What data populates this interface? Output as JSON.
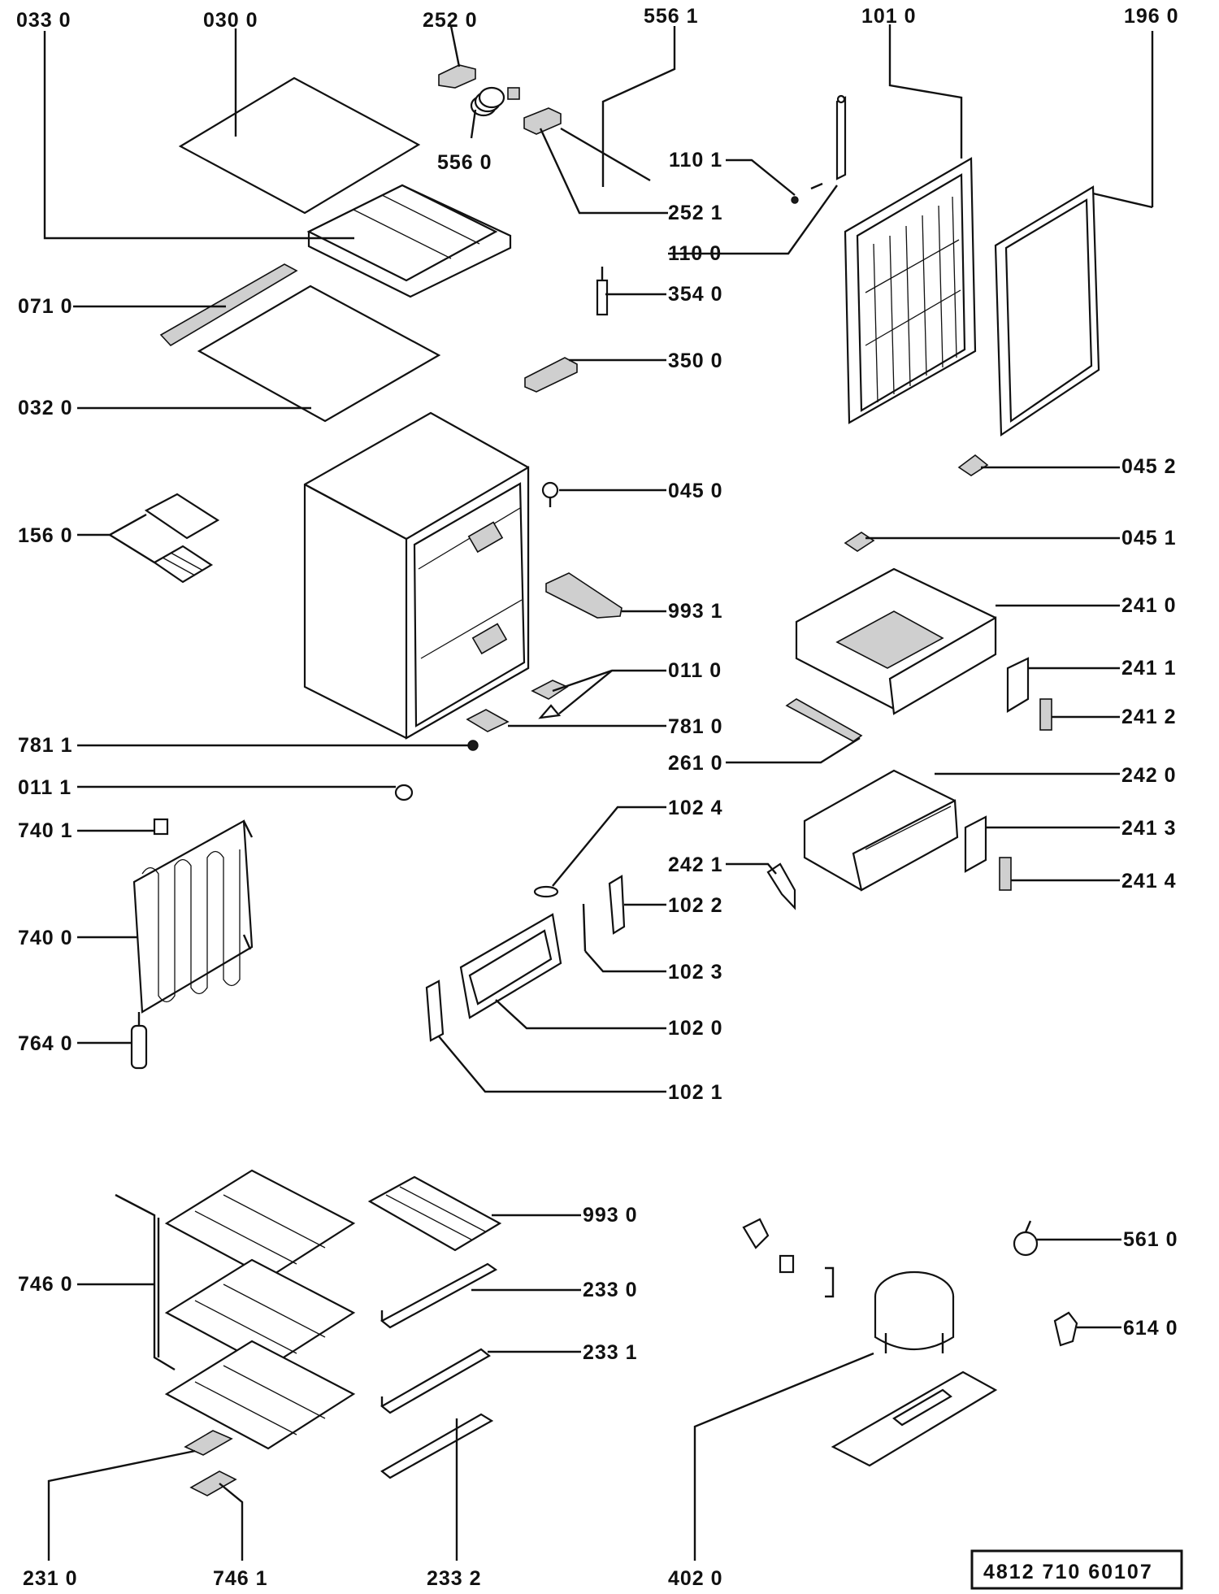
{
  "labels": {
    "p0330": "033 0",
    "p0300": "030 0",
    "p2520": "252 0",
    "p5561": "556 1",
    "p1010": "101 0",
    "p1960": "196 0",
    "p5560": "556 0",
    "p1101": "110 1",
    "p2521": "252 1",
    "p1100": "110 0",
    "p0710": "071 0",
    "p3540": "354 0",
    "p3500": "350 0",
    "p0320": "032 0",
    "p0452": "045 2",
    "p0450": "045 0",
    "p1560": "156 0",
    "p0451": "045 1",
    "p2410": "241 0",
    "p9931": "993 1",
    "p0110": "011 0",
    "p2411": "241 1",
    "p2412": "241 2",
    "p7810": "781 0",
    "p7811": "781 1",
    "p2610": "261 0",
    "p0111": "011 1",
    "p2420": "242 0",
    "p1024": "102 4",
    "p7401": "740 1",
    "p2413": "241 3",
    "p2421": "242 1",
    "p1022": "102 2",
    "p7400": "740 0",
    "p2414": "241 4",
    "p1023": "102 3",
    "p1020": "102 0",
    "p7640": "764 0",
    "p1021": "102 1",
    "p9930": "993 0",
    "p5610": "561 0",
    "p7460": "746 0",
    "p2330": "233 0",
    "p6140": "614 0",
    "p2331": "233 1",
    "p2310": "231 0",
    "p7461": "746 1",
    "p2332": "233 2",
    "p4020": "402 0"
  },
  "drawing_code": "4812 710 60107"
}
